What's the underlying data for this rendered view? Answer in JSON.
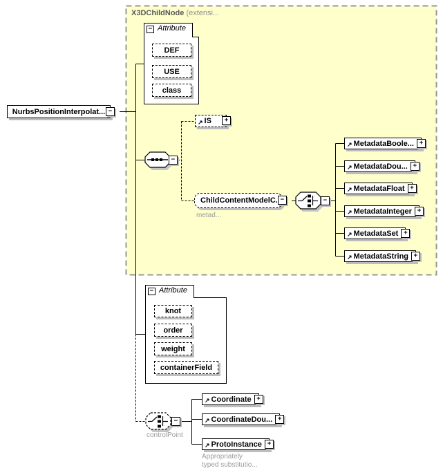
{
  "diagram_type": "xml-schema-element-diagram",
  "colors": {
    "extension_group_bg": "#ffffcc",
    "extension_group_border": "#979797",
    "box_shadow": "#bdbdbd",
    "annotation_text": "#9b9b9b",
    "header_title_text": "#595959",
    "header_suffix_text": "#8e8e8e",
    "line": "#000000"
  },
  "icons": {
    "collapse": "−",
    "expand": "+",
    "reference_arrow": "↗"
  },
  "root_node": {
    "label": "NurbsPositionInterpolat..."
  },
  "extension_group": {
    "title": "X3DChildNode",
    "title_suffix": "(extensi..."
  },
  "attribute_group_top": {
    "label": "Attribute",
    "attributes": [
      "DEF",
      "USE",
      "class"
    ]
  },
  "is_node": {
    "label": "IS"
  },
  "child_content_node": {
    "label": "ChildContentModelC...",
    "annotation": "metad..."
  },
  "metadata_nodes": [
    "MetadataBoole...",
    "MetadataDou...",
    "MetadataFloat",
    "MetadataInteger",
    "MetadataSet",
    "MetadataString"
  ],
  "attribute_group_bottom": {
    "label": "Attribute",
    "attributes": [
      "knot",
      "order",
      "weight",
      "containerField"
    ]
  },
  "control_point": {
    "label": "controlPoint"
  },
  "control_point_nodes": [
    "Coordinate",
    "CoordinateDou...",
    "ProtoInstance"
  ],
  "substitution_note": {
    "line1": "Appropriately",
    "line2": "typed substitutio..."
  }
}
